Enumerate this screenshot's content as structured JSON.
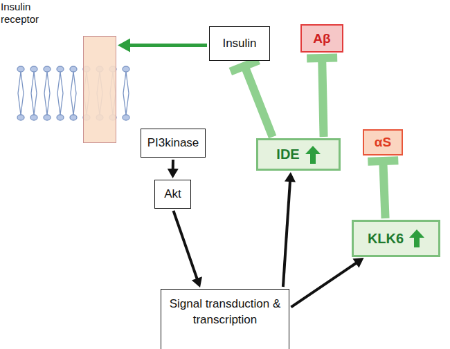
{
  "diagram": {
    "nodes": [
      {
        "text": [
          "Insulin receptor"
        ]
      },
      {
        "text": [
          "Insulin"
        ]
      },
      {
        "text": [
          "Aβ"
        ]
      },
      {
        "text": [
          "PI3kinase"
        ]
      },
      {
        "text": [
          "IDE"
        ]
      },
      {
        "text": [
          "αS"
        ]
      },
      {
        "text": [
          "Akt"
        ]
      },
      {
        "text": [
          "KLK6"
        ]
      },
      {
        "text": [
          "Signal transduction & transcription"
        ]
      }
    ],
    "edges": [
      {
        "from": 1,
        "to": 0,
        "arrow": "to"
      },
      {
        "from": 3,
        "to": 6,
        "arrow": "to"
      },
      {
        "from": 6,
        "to": 8,
        "arrow": "to"
      },
      {
        "from": 8,
        "to": 4,
        "arrow": "to"
      },
      {
        "from": 8,
        "to": 7,
        "arrow": "to"
      },
      {
        "from": 4,
        "to": 1,
        "arrow": "to"
      },
      {
        "from": 4,
        "to": 2,
        "arrow": "to"
      },
      {
        "from": 7,
        "to": 5,
        "arrow": "to"
      }
    ]
  }
}
